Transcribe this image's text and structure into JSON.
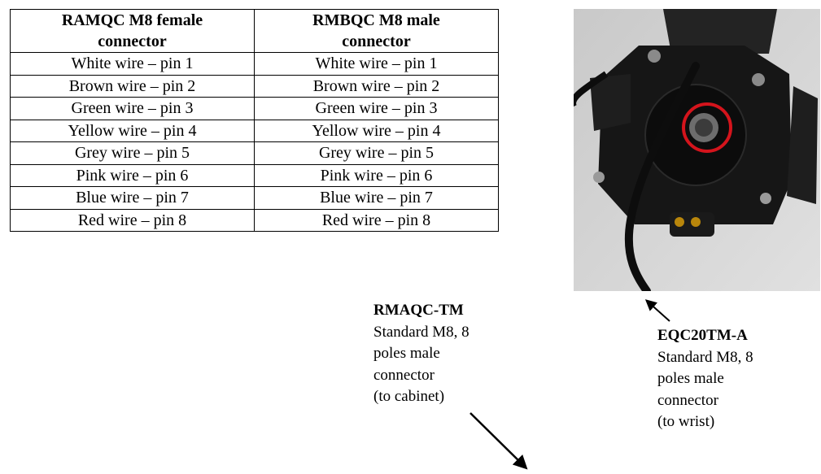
{
  "table": {
    "headers": [
      [
        "RAMQC M8 female",
        "connector"
      ],
      [
        "RMBQC M8 male",
        "connector"
      ]
    ],
    "rows": [
      [
        "White wire – pin 1",
        "White wire – pin 1"
      ],
      [
        "Brown wire – pin 2",
        "Brown wire – pin 2"
      ],
      [
        "Green wire – pin 3",
        "Green wire – pin 3"
      ],
      [
        "Yellow wire – pin 4",
        "Yellow wire – pin 4"
      ],
      [
        "Grey wire – pin 5",
        "Grey wire – pin 5"
      ],
      [
        "Pink wire – pin 6",
        "Pink wire – pin 6"
      ],
      [
        "Blue wire – pin 7",
        "Blue wire – pin 7"
      ],
      [
        "Red wire – pin 8",
        "Red wire – pin 8"
      ]
    ]
  },
  "captions": {
    "rmaqc": {
      "title": "RMAQC-TM",
      "lines": [
        "Standard M8, 8",
        "poles male",
        "connector",
        "(to cabinet)"
      ]
    },
    "eqc": {
      "title": "EQC20TM-A",
      "lines": [
        "Standard M8, 8",
        "poles male",
        "connector",
        "(to wrist)"
      ]
    }
  },
  "photo": {
    "highlight_color": "#d4141c"
  }
}
